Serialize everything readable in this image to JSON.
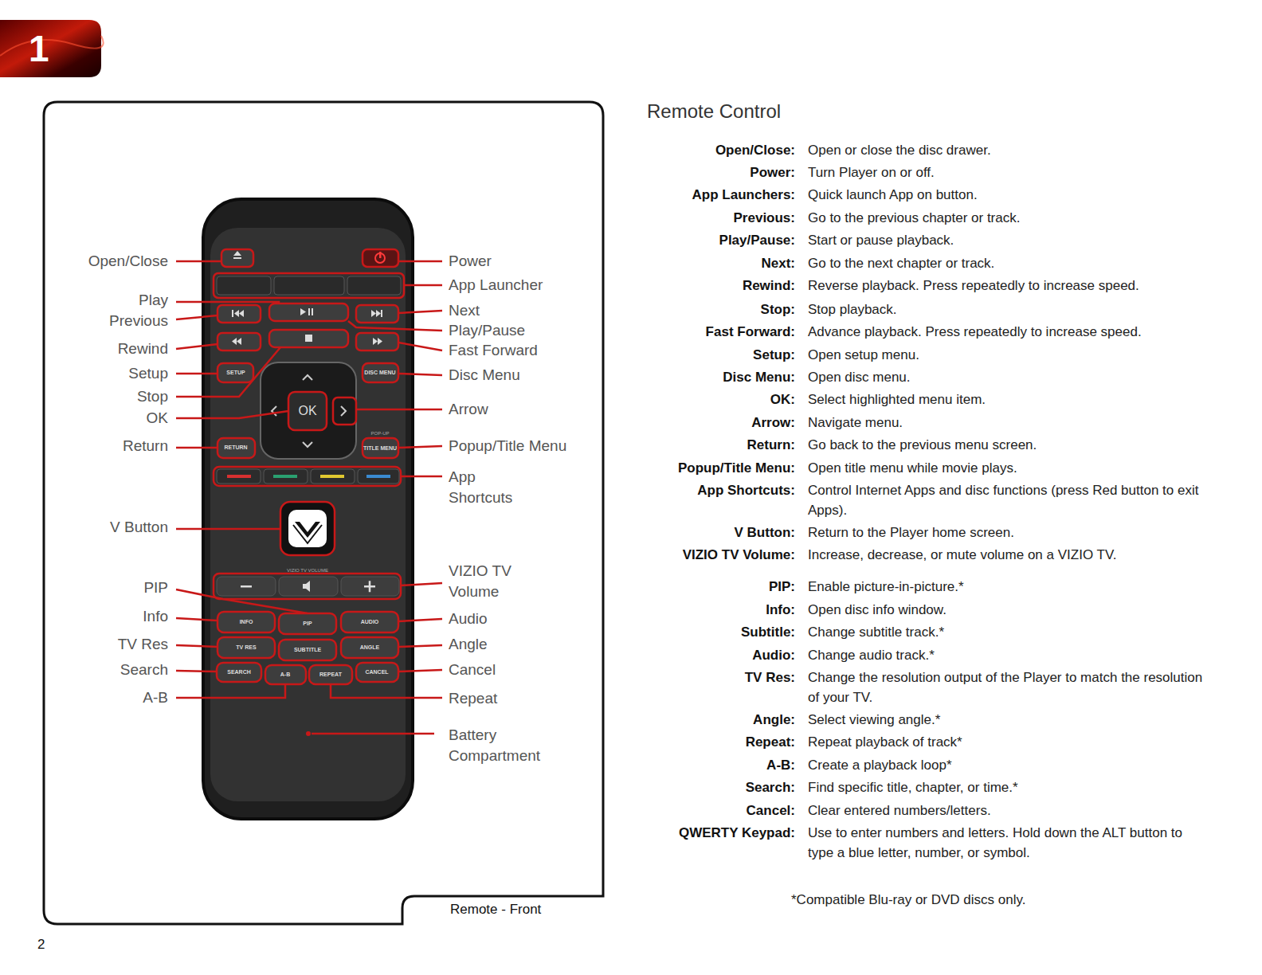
{
  "diagram": {
    "title": "Remote Control",
    "caption": "Remote - Front",
    "labels": [
      "1",
      "Open/Close",
      "Play",
      "Previous",
      "Rewind",
      "Setup",
      "Stop",
      "OK",
      "Return",
      "V Button",
      "PIP",
      "Info",
      "TV Res",
      "Search",
      "A-B",
      "Power",
      "App Launcher",
      "Next",
      "Play/Pause",
      "Fast Forward",
      "Disc Menu",
      "Arrow",
      "Popup/Title Menu",
      "App Shortcuts",
      "VIZIO TV Volume",
      "Audio",
      "Angle",
      "Cancel",
      "Repeat",
      "Battery Compartment",
      "SETUP",
      "DISC MENU",
      "OK",
      "RETURN",
      "POP-UP",
      "TITLE MENU",
      "VIZIO TV VOLUME",
      "INFO",
      "PIP",
      "AUDIO",
      "TV RES",
      "SUBTITLE",
      "ANGLE",
      "SEARCH",
      "A-B",
      "REPEAT",
      "CANCEL",
      "Open/Close:",
      "Open or close the disc drawer.",
      "Power:",
      "Turn Player on or off.",
      "App Launchers:",
      "Quick launch App on button.",
      "Previous:",
      "Go to the previous chapter or track.",
      "Play/Pause:",
      "Start or pause playback.",
      "Next:",
      "Go to the next chapter or track.",
      "Rewind:",
      "Reverse playback. Press repeatedly to increase speed.",
      "Stop:",
      "Stop playback.",
      "Fast Forward:",
      "Advance playback. Press repeatedly to increase speed.",
      "Setup:",
      "Open setup menu.",
      "Disc Menu:",
      "Open disc menu.",
      "OK:",
      "Select highlighted menu item.",
      "Arrow:",
      "Navigate menu.",
      "Return:",
      "Go back to the previous menu screen.",
      "Popup/Title Menu:",
      "Open title menu while movie plays.",
      "App Shortcuts:",
      "Control Internet Apps and disc functions (press Red button to exit Apps).",
      "V Button:",
      "Return to the Player home screen.",
      "VIZIO TV Volume:",
      "Increase, decrease, or mute volume on a VIZIO TV.",
      "PIP:",
      "Enable picture-in-picture.*",
      "Info:",
      "Open disc info window.",
      "Subtitle:",
      "Change subtitle track.*",
      "Audio:",
      "Change audio track.*",
      "TV Res:",
      "Change the resolution output of the Player to match the resolution of your TV.",
      "Angle:",
      "Select viewing angle.*",
      "Repeat:",
      "Repeat playback of track*",
      "A-B:",
      "Create a playback loop*",
      "Search:",
      "Find specific title, chapter, or time.*",
      "Cancel:",
      "Clear entered numbers/letters.",
      "QWERTY Keypad:",
      "Use to enter numbers and letters. Hold down the ALT button to type a blue letter, number, or symbol.",
      "*Compatible Blu-ray or DVD discs only.",
      "2"
    ]
  }
}
